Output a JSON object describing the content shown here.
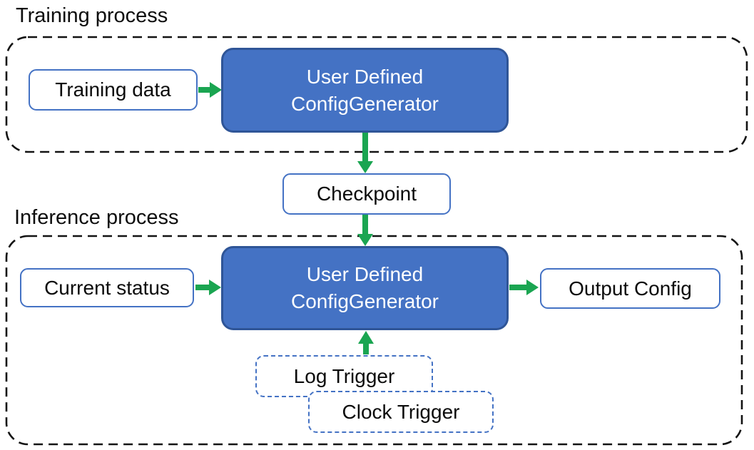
{
  "diagram": {
    "training": {
      "label": "Training process",
      "training_data": "Training data",
      "generator_line1": "User Defined",
      "generator_line2": "ConfigGenerator"
    },
    "checkpoint": "Checkpoint",
    "inference": {
      "label": "Inference process",
      "current_status": "Current status",
      "generator_line1": "User Defined",
      "generator_line2": "ConfigGenerator",
      "output_config": "Output Config",
      "log_trigger": "Log Trigger",
      "clock_trigger": "Clock Trigger"
    },
    "colors": {
      "node_fill_blue": "#4472C4",
      "node_border_blue": "#2F5597",
      "light_box_border_blue": "#4472C4",
      "arrow_green": "#1AA551",
      "container_dash_black": "#131313",
      "text_dark": "#0b0b0b",
      "text_white": "#ffffff"
    }
  }
}
